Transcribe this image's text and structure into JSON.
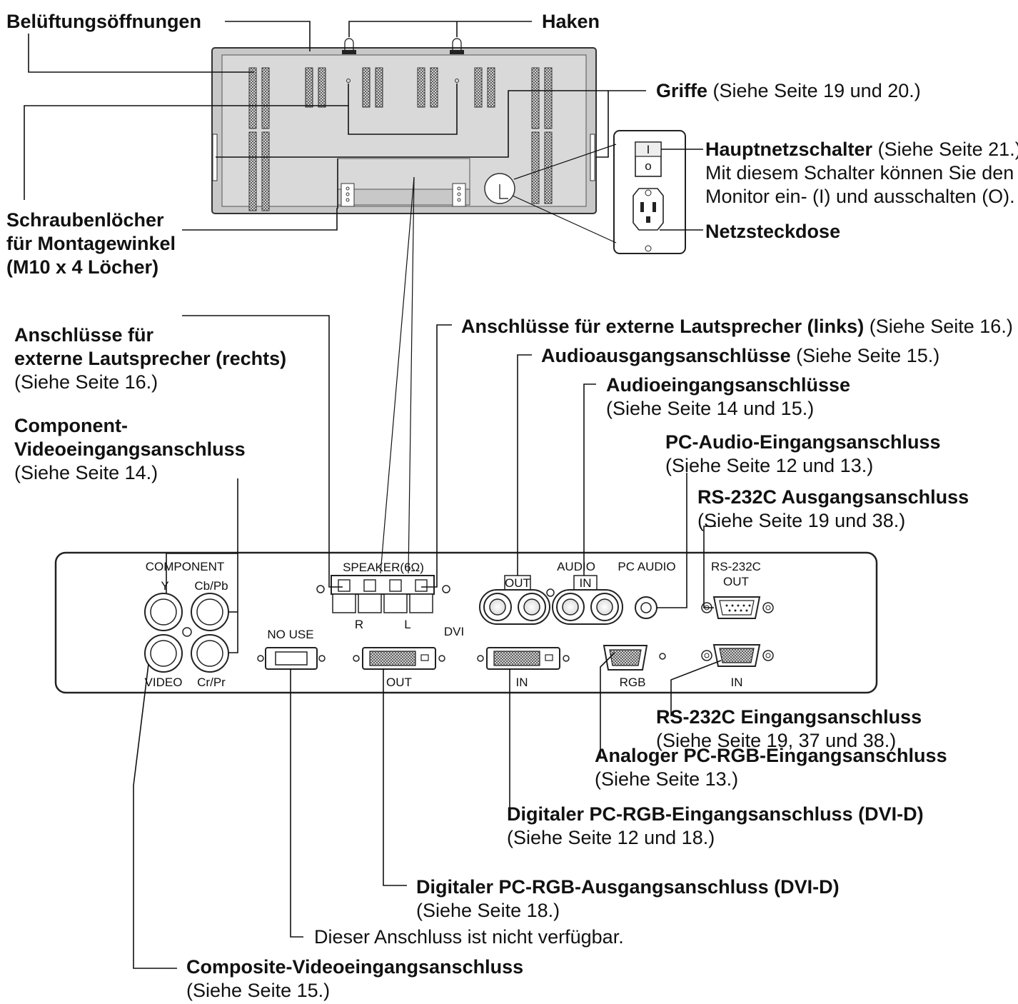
{
  "labels": {
    "vents": "Belüftungsöffnungen",
    "hooks": "Haken",
    "handles_bold": "Griffe",
    "handles_ref": "(Siehe Seite 19 und 20.)",
    "power_switch_bold": "Hauptnetzschalter",
    "power_switch_ref": "(Siehe Seite 21.)",
    "power_switch_line2": "Mit diesem Schalter können Sie den",
    "power_switch_line3": "Monitor ein- (I) und ausschalten (O).",
    "ac_inlet": "Netzsteckdose",
    "screw_holes_1": "Schraubenlöcher",
    "screw_holes_2": "für Montagewinkel",
    "screw_holes_3": "(M10 x 4 Löcher)",
    "speaker_left_bold": "Anschlüsse für externe Lautsprecher (links)",
    "speaker_left_ref": "(Siehe Seite 16.)",
    "audio_out_bold": "Audioausgangsanschlüsse",
    "audio_out_ref": "(Siehe Seite 15.)",
    "audio_in_bold": "Audioeingangsanschlüsse",
    "audio_in_ref": "(Siehe Seite 14 und 15.)",
    "pc_audio_bold": "PC-Audio-Eingangsanschluss",
    "pc_audio_ref": "(Siehe Seite 12 und 13.)",
    "rs232_out_bold": "RS-232C Ausgangsanschluss",
    "rs232_out_ref": "(Siehe Seite 19 und 38.)",
    "speaker_right_1": "Anschlüsse für",
    "speaker_right_2": "externe Lautsprecher (rechts)",
    "speaker_right_ref": "(Siehe Seite 16.)",
    "component_1": "Component-",
    "component_2": "Videoeingangsanschluss",
    "component_ref": "(Siehe Seite 14.)",
    "rs232_in_bold": "RS-232C Eingangsanschluss",
    "rs232_in_ref": "(Siehe Seite 19, 37 und 38.)",
    "analog_rgb_bold": "Analoger PC-RGB-Eingangsanschluss",
    "analog_rgb_ref": "(Siehe Seite 13.)",
    "dvi_in_bold": "Digitaler PC-RGB-Eingangsanschluss (DVI-D)",
    "dvi_in_ref": "(Siehe Seite 12 und 18.)",
    "dvi_out_bold": "Digitaler PC-RGB-Ausgangsanschluss (DVI-D)",
    "dvi_out_ref": "(Siehe Seite 18.)",
    "no_use_note": "Dieser Anschluss ist nicht verfügbar.",
    "composite_bold": "Composite-Videoeingangsanschluss",
    "composite_ref": "(Siehe Seite 15.)"
  },
  "panel": {
    "component": "COMPONENT",
    "y": "Y",
    "cbpb": "Cb/Pb",
    "crpr": "Cr/Pr",
    "video": "VIDEO",
    "no_use": "NO USE",
    "speaker": "SPEAKER(6Ω)",
    "r": "R",
    "l": "L",
    "dvi": "DVI",
    "dvi_out": "OUT",
    "dvi_in": "IN",
    "audio": "AUDIO",
    "audio_out": "OUT",
    "audio_in": "IN",
    "pc_audio": "PC AUDIO",
    "rs232c": "RS-232C",
    "rs_out": "OUT",
    "rgb": "RGB",
    "rs_in": "IN",
    "switch_on": "I",
    "switch_off": "o"
  }
}
